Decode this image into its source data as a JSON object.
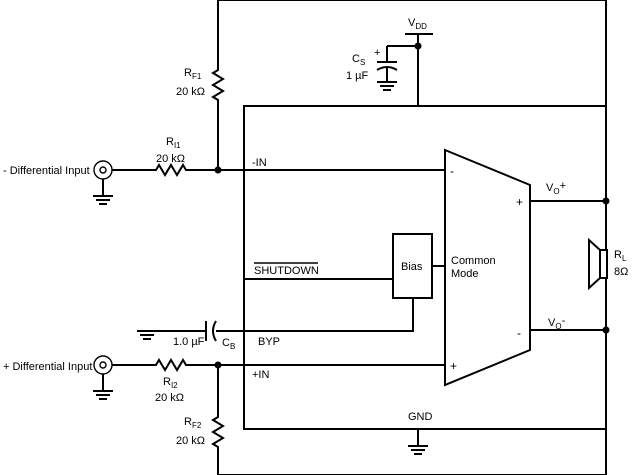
{
  "inputs": {
    "negative_label": "- Differential Input",
    "positive_label": "+ Differential Input"
  },
  "resistors": {
    "rf1": {
      "name": "R",
      "sub": "F1",
      "value": "20 kΩ"
    },
    "ri1": {
      "name": "R",
      "sub": "I1",
      "value": "20 kΩ"
    },
    "ri2": {
      "name": "R",
      "sub": "I2",
      "value": "20 kΩ"
    },
    "rf2": {
      "name": "R",
      "sub": "F2",
      "value": "20 kΩ"
    },
    "rl": {
      "name": "R",
      "sub": "L",
      "value": "8Ω"
    }
  },
  "capacitors": {
    "cs": {
      "name": "C",
      "sub": "S",
      "value": "1 µF",
      "polarity": "+"
    },
    "cb": {
      "name": "C",
      "sub": "B",
      "value": "1.0 µF"
    }
  },
  "supply": {
    "vdd_name": "V",
    "vdd_sub": "DD"
  },
  "chip": {
    "pin_minus_in": "-IN",
    "pin_plus_in": "+IN",
    "pin_shutdown": "SHUTDOWN",
    "pin_byp": "BYP",
    "pin_gnd": "GND",
    "bias_label": "Bias",
    "common_mode_line1": "Common",
    "common_mode_line2": "Mode",
    "amp_minus": "-",
    "amp_plus": "+",
    "out_plus_sign": "+",
    "out_minus_sign": "-"
  },
  "outputs": {
    "vo_plus": {
      "name": "V",
      "sub": "O",
      "sign": "+"
    },
    "vo_minus": {
      "name": "V",
      "sub": "O",
      "sign": "-"
    }
  }
}
